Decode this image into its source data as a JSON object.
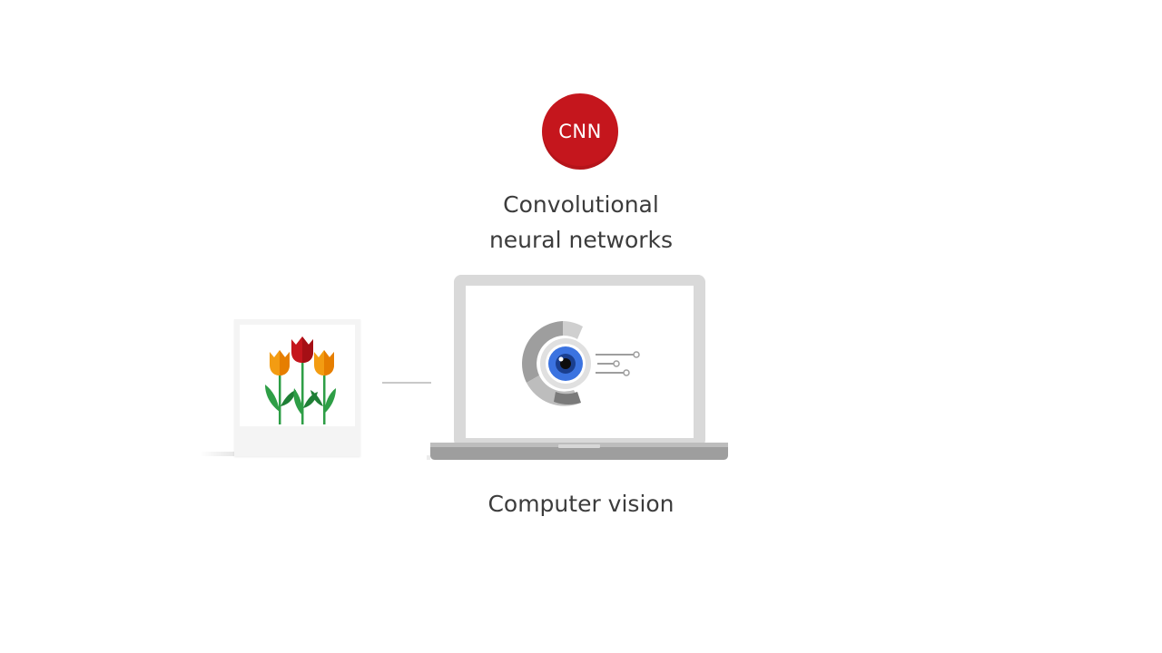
{
  "badge": {
    "label": "CNN",
    "color": "#c5161d"
  },
  "title": {
    "line1": "Convolutional",
    "line2": "neural networks"
  },
  "caption": "Computer vision",
  "input_image": {
    "icon": "tulips-icon",
    "flower_colors": [
      "#f39c12",
      "#c5161d",
      "#f39c12"
    ],
    "leaf_color": "#2e9e46"
  },
  "laptop": {
    "icon": "eye-circuit-icon",
    "iris_color": "#3b73e0",
    "body_color": "#9e9e9e"
  }
}
